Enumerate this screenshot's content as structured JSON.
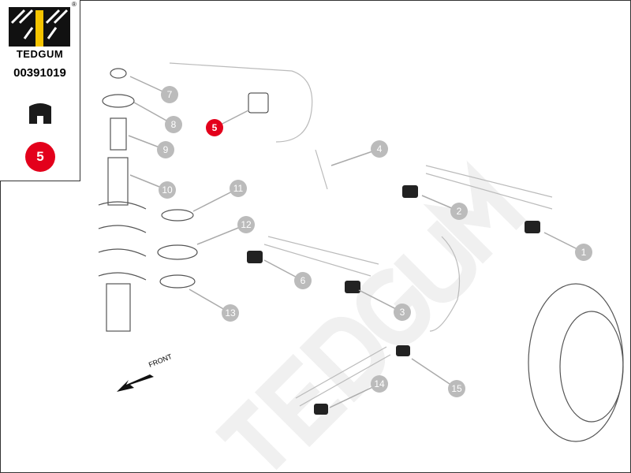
{
  "brand": {
    "name": "TEDGUM",
    "registered": "®",
    "part_number": "00391019",
    "position_badge": "5",
    "accent": "#e3001b",
    "logo_yellow": "#f5c400"
  },
  "diagram": {
    "watermark": "TEDGUM",
    "front_label": "FRONT",
    "callouts": [
      {
        "n": "1"
      },
      {
        "n": "2"
      },
      {
        "n": "3"
      },
      {
        "n": "4"
      },
      {
        "n": "5",
        "highlight": true
      },
      {
        "n": "6"
      },
      {
        "n": "7"
      },
      {
        "n": "8"
      },
      {
        "n": "9"
      },
      {
        "n": "10"
      },
      {
        "n": "11"
      },
      {
        "n": "12"
      },
      {
        "n": "13"
      },
      {
        "n": "14"
      },
      {
        "n": "15"
      }
    ]
  }
}
